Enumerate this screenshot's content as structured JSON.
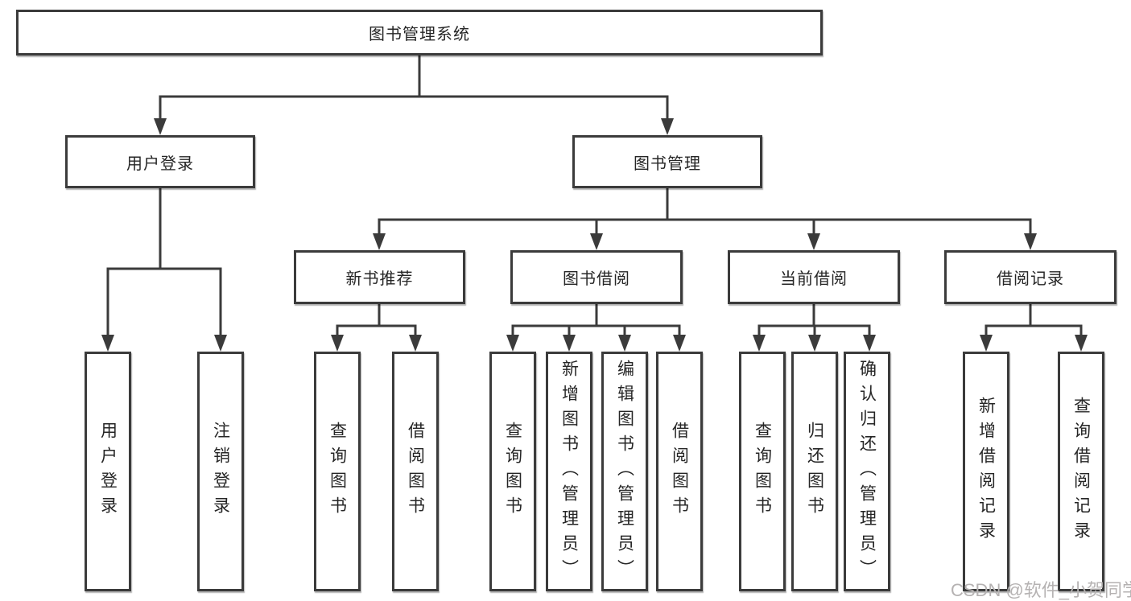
{
  "diagram_type": "hierarchy-tree",
  "tree": {
    "root": "图书管理系统",
    "children": [
      {
        "label": "用户登录",
        "children": [
          "用户登录",
          "注销登录"
        ]
      },
      {
        "label": "图书管理",
        "children": [
          {
            "label": "新书推荐",
            "children": [
              "查询图书",
              "借阅图书"
            ]
          },
          {
            "label": "图书借阅",
            "children": [
              "查询图书",
              "新增图书（管理员）",
              "编辑图书（管理员）",
              "借阅图书"
            ]
          },
          {
            "label": "当前借阅",
            "children": [
              "查询图书",
              "归还图书",
              "确认归还（管理员）"
            ]
          },
          {
            "label": "借阅记录",
            "children": [
              "新增借阅记录",
              "查询借阅记录"
            ]
          }
        ]
      }
    ]
  },
  "watermark": {
    "text": "CSDN @软件_小贺同学"
  },
  "colors": {
    "line": "#3b3b3b",
    "box_border": "#3b3b3b",
    "box_fill": "#ffffff",
    "text": "#262626",
    "watermark": "#b5b2b2",
    "background": "#ffffff"
  }
}
